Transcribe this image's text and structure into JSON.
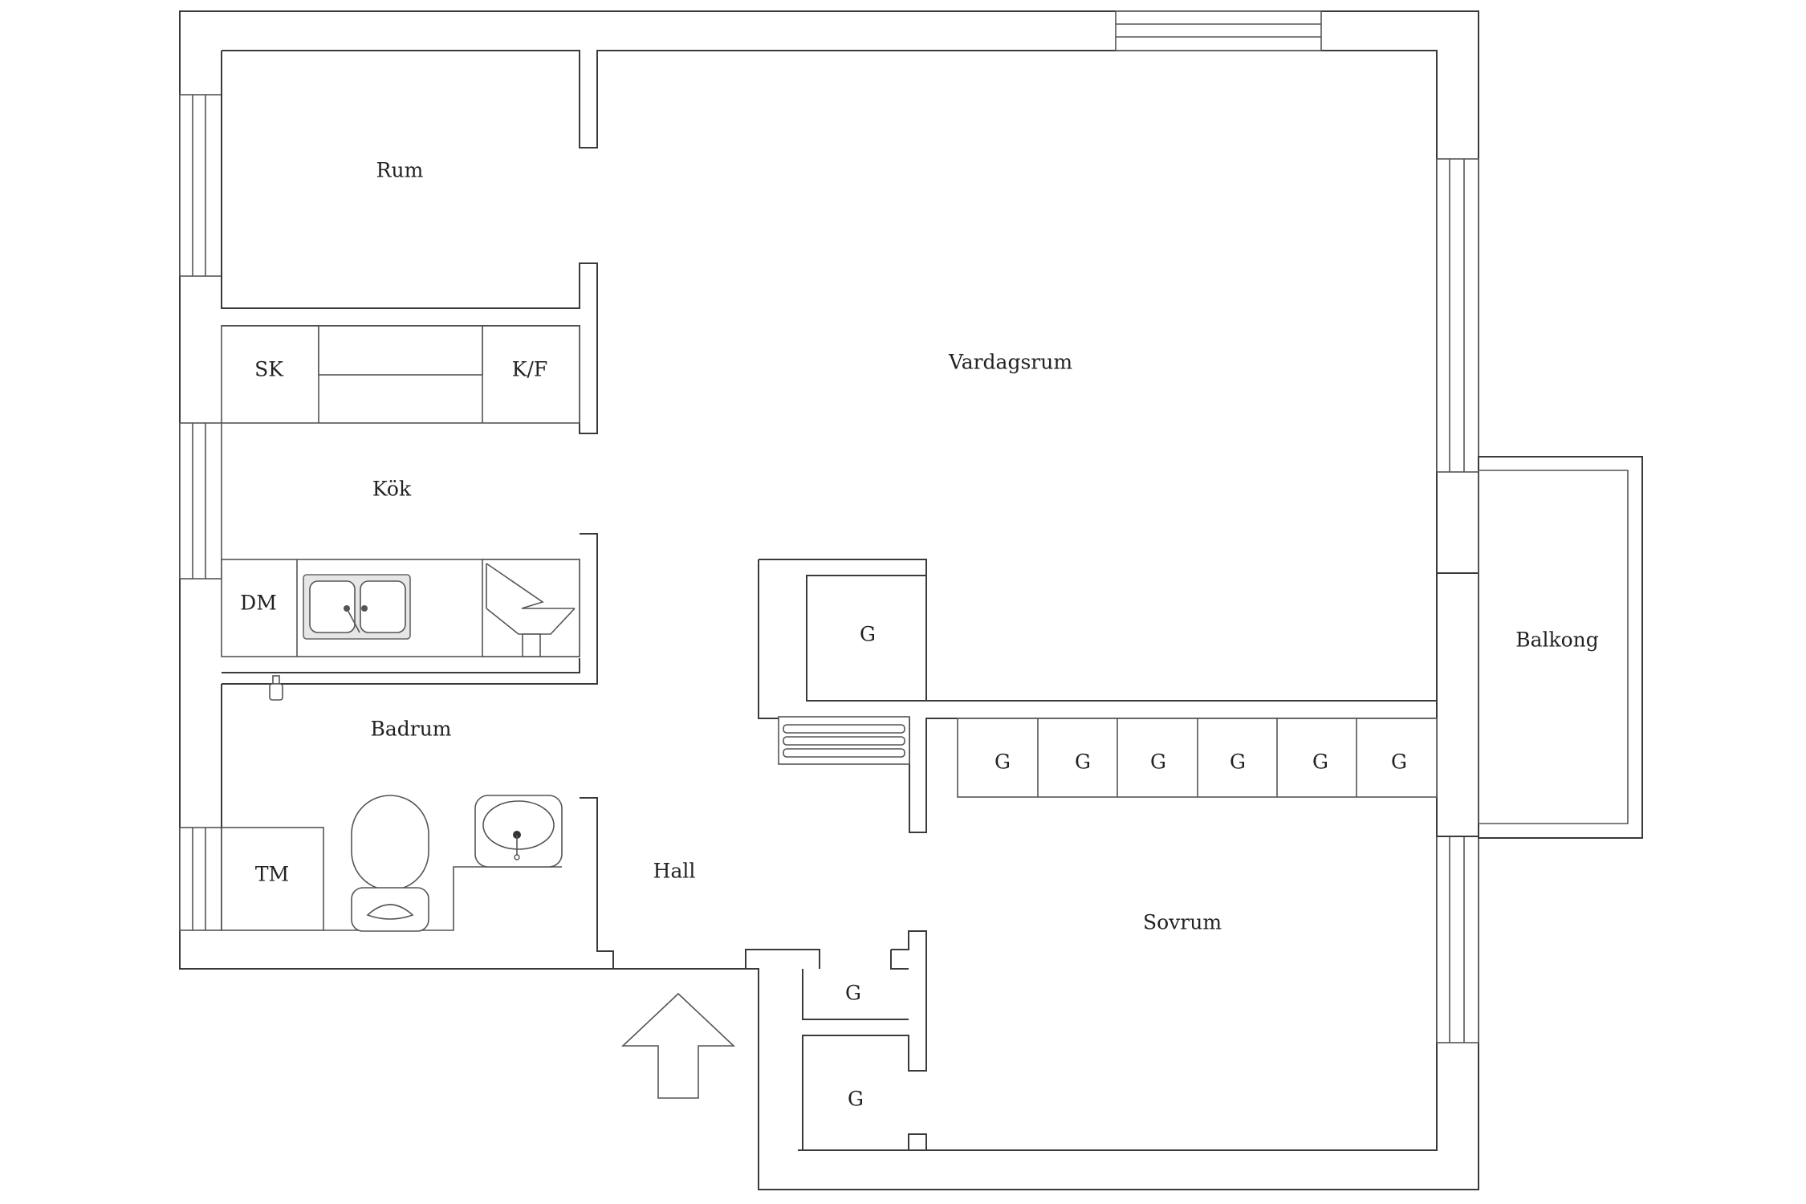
{
  "rooms": {
    "rum": "Rum",
    "vardagsrum": "Vardagsrum",
    "kok": "Kök",
    "badrum": "Badrum",
    "hall": "Hall",
    "sovrum": "Sovrum",
    "balkong": "Balkong"
  },
  "fixtures": {
    "sk": "SK",
    "kf": "K/F",
    "dm": "DM",
    "tm": "TM",
    "wardrobe": "G"
  }
}
